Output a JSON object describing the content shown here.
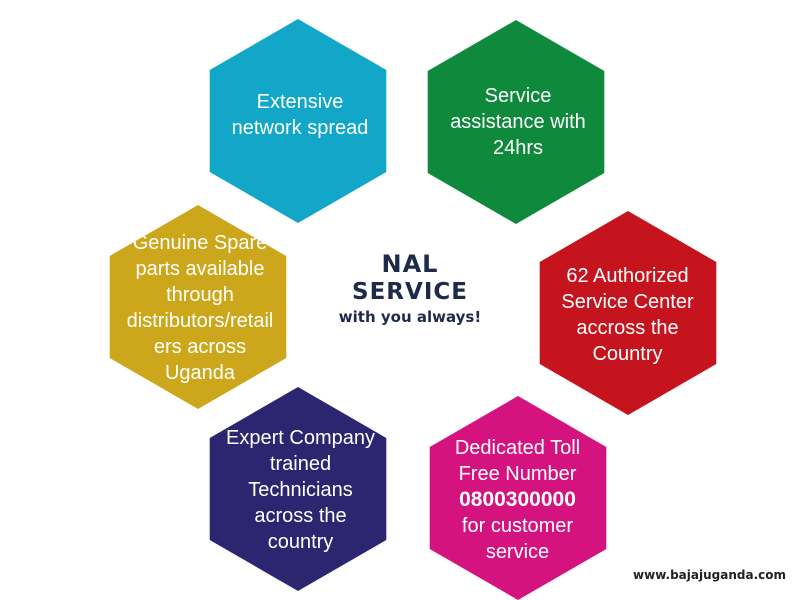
{
  "center": {
    "title_line1": "NAL",
    "title_line2": "SERVICE",
    "tagline": "with you always!"
  },
  "hexagons": [
    {
      "id": "network",
      "color": "#12a6c8",
      "lines": [
        "Extensive",
        "network spread"
      ]
    },
    {
      "id": "assistance",
      "color": "#0f8a3d",
      "lines": [
        "Service",
        "assistance with",
        "24hrs"
      ]
    },
    {
      "id": "centers",
      "color": "#c5141d",
      "lines": [
        "62 Authorized",
        "Service Center",
        "accross the",
        "Country"
      ]
    },
    {
      "id": "tollfree",
      "color": "#d4137f",
      "lines": [
        "Dedicated Toll",
        "Free Number",
        "0800300000",
        "for customer",
        "service"
      ]
    },
    {
      "id": "technicians",
      "color": "#2c2671",
      "lines": [
        "Expert Company",
        "trained",
        "Technicians",
        "across the",
        "country"
      ]
    },
    {
      "id": "spares",
      "color": "#cda71b",
      "lines": [
        "Genuine Spare",
        "parts available",
        "through",
        "distributors/retail",
        "ers across",
        "Uganda"
      ]
    }
  ],
  "website": "www.bajajuganda.com"
}
